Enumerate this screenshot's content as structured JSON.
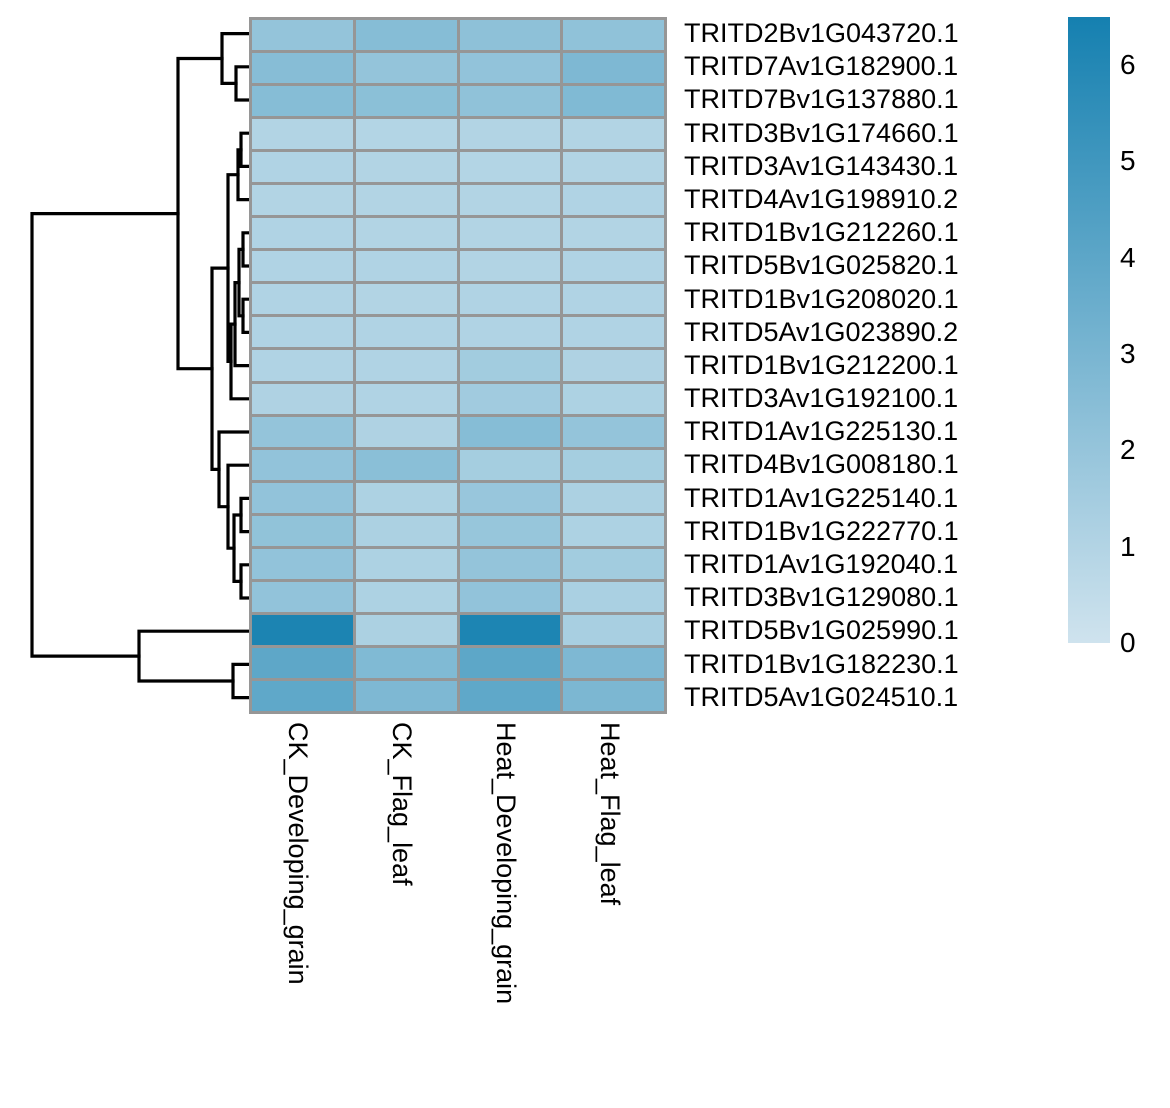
{
  "chart_data": {
    "type": "heatmap",
    "title": "",
    "xlabel": "",
    "ylabel": "",
    "grid": true,
    "legend_position": "right",
    "columns": [
      "CK_Developing_grain",
      "CK_Flag_leaf",
      "Heat_Developing_grain",
      "Heat_Flag_leaf"
    ],
    "rows": [
      "TRITD2Bv1G043720.1",
      "TRITD7Av1G182900.1",
      "TRITD7Bv1G137880.1",
      "TRITD3Bv1G174660.1",
      "TRITD3Av1G143430.1",
      "TRITD4Av1G198910.2",
      "TRITD1Bv1G212260.1",
      "TRITD5Bv1G025820.1",
      "TRITD1Bv1G208020.1",
      "TRITD5Av1G023890.2",
      "TRITD1Bv1G212200.1",
      "TRITD3Av1G192100.1",
      "TRITD1Av1G225130.1",
      "TRITD4Bv1G008180.1",
      "TRITD1Av1G225140.1",
      "TRITD1Bv1G222770.1",
      "TRITD1Av1G192040.1",
      "TRITD3Bv1G129080.1",
      "TRITD5Bv1G025990.1",
      "TRITD1Bv1G182230.1",
      "TRITD5Av1G024510.1"
    ],
    "values": [
      [
        1.55,
        2.05,
        1.75,
        1.7
      ],
      [
        2.0,
        1.55,
        1.6,
        2.35
      ],
      [
        2.05,
        1.85,
        1.7,
        2.25
      ],
      [
        0.55,
        0.5,
        0.55,
        0.55
      ],
      [
        0.6,
        0.55,
        0.5,
        0.55
      ],
      [
        0.55,
        0.55,
        0.55,
        0.6
      ],
      [
        0.6,
        0.55,
        0.55,
        0.55
      ],
      [
        0.6,
        0.6,
        0.55,
        0.6
      ],
      [
        0.6,
        0.55,
        0.6,
        0.6
      ],
      [
        0.6,
        0.6,
        0.6,
        0.6
      ],
      [
        0.6,
        0.6,
        1.05,
        0.65
      ],
      [
        0.65,
        0.6,
        1.1,
        0.7
      ],
      [
        1.55,
        0.65,
        2.05,
        1.55
      ],
      [
        1.6,
        1.9,
        0.95,
        0.95
      ],
      [
        1.6,
        0.7,
        1.4,
        0.75
      ],
      [
        1.65,
        0.75,
        1.45,
        0.7
      ],
      [
        1.6,
        0.7,
        1.55,
        1.05
      ],
      [
        1.6,
        0.7,
        1.6,
        0.8
      ],
      [
        6.2,
        0.75,
        6.15,
        0.85
      ],
      [
        3.55,
        2.25,
        3.6,
        2.35
      ],
      [
        3.5,
        2.35,
        3.5,
        2.4
      ]
    ],
    "colorbar": {
      "ticks": [
        6,
        5,
        4,
        3,
        2,
        1,
        0
      ],
      "vmin": 0,
      "vmax": 6.5,
      "low_color": "#c6dfeb",
      "high_color": "#1580b0",
      "colormap": "Blues-teal"
    },
    "cell_border_color": "#969696",
    "dendrogram": {
      "position": "left",
      "orientation": "rows",
      "line_color": "#000000"
    }
  }
}
